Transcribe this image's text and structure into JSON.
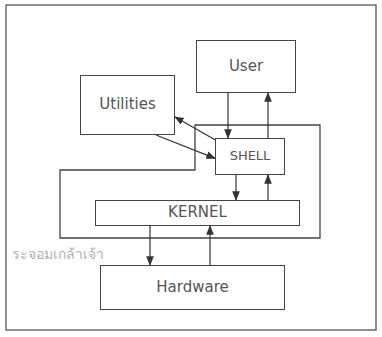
{
  "diagram": {
    "nodes": [
      {
        "text": [
          "User"
        ]
      },
      {
        "text": [
          "Utilities"
        ]
      },
      {
        "text": [
          "SHELL"
        ]
      },
      {
        "text": [
          "KERNEL"
        ]
      },
      {
        "text": [
          "Hardware"
        ]
      }
    ],
    "edges": [
      {
        "from": 0,
        "to": 2,
        "arrow": "to"
      },
      {
        "from": 2,
        "to": 0,
        "arrow": "to"
      },
      {
        "from": 2,
        "to": 1,
        "arrow": "to"
      },
      {
        "from": 1,
        "to": 2,
        "arrow": "to"
      },
      {
        "from": 2,
        "to": 3,
        "arrow": "to"
      },
      {
        "from": 3,
        "to": 2,
        "arrow": "to"
      },
      {
        "from": 3,
        "to": 4,
        "arrow": "to"
      },
      {
        "from": 4,
        "to": 3,
        "arrow": "to"
      }
    ],
    "labels": [
      "ระจอมเกล้าเจ้า"
    ]
  }
}
